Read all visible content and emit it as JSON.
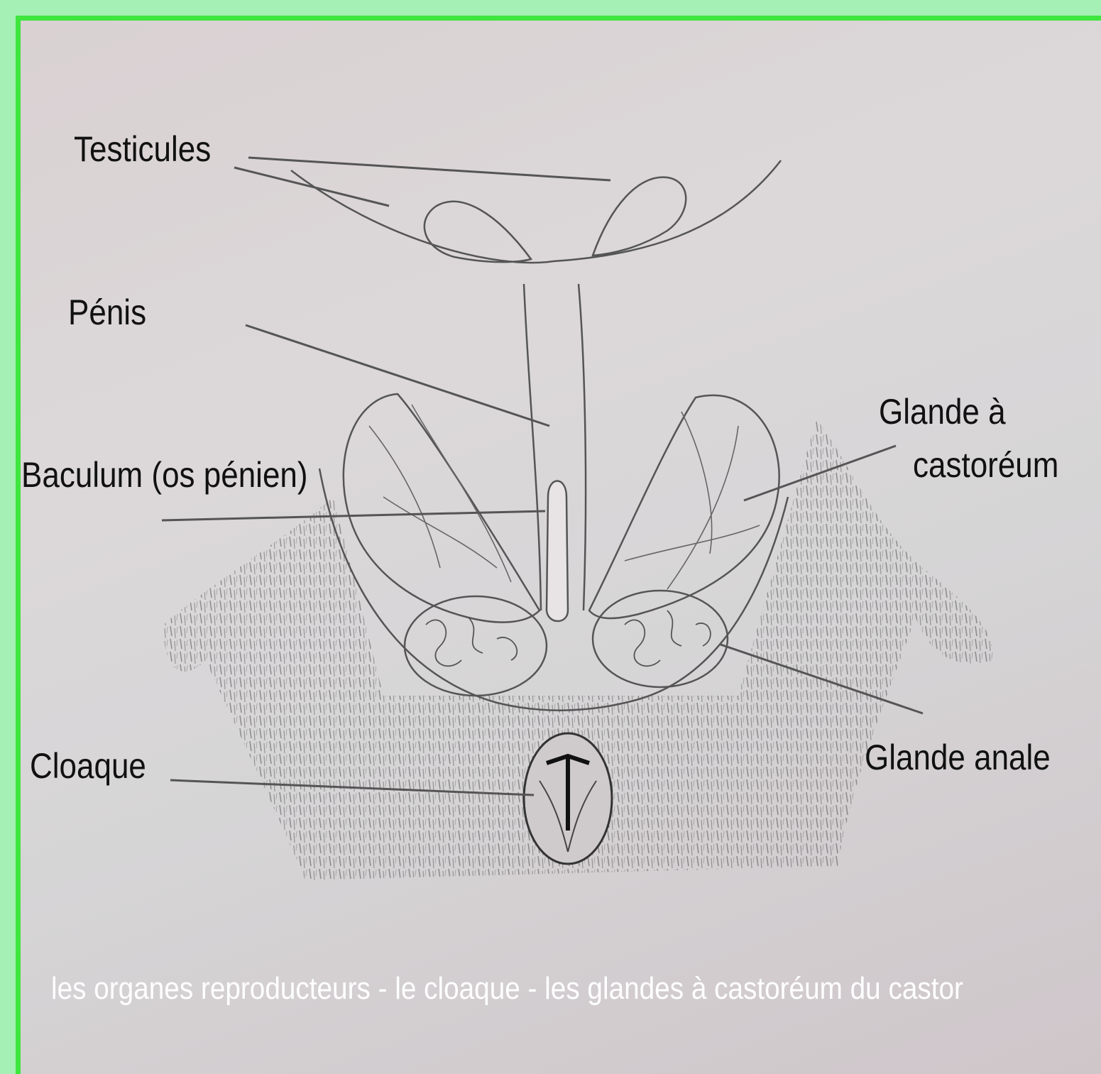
{
  "labels": {
    "testicules": "Testicules",
    "penis": "Pénis",
    "baculum": "Baculum (os pénien)",
    "glande_castoreum_line1": "Glande à",
    "glande_castoreum_line2": "castoréum",
    "glande_anale": "Glande anale",
    "cloaque": "Cloaque"
  },
  "caption": "les organes reproducteurs - le cloaque - les glandes à castoréum du castor",
  "colors": {
    "frame": "#3ee63e",
    "outer": "#a5f0b4",
    "ink": "#111111"
  }
}
